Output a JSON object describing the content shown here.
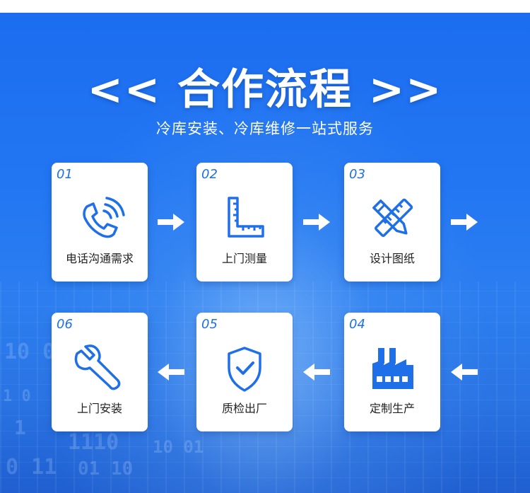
{
  "header": {
    "title": "<< 合作流程 >>",
    "subtitle": "冷库安装、冷库维修一站式服务"
  },
  "colors": {
    "accent": "#1f6fe8",
    "background": "#2276f2",
    "card": "#ffffff",
    "text": "#222222"
  },
  "steps": [
    {
      "number": "01",
      "label": "电话沟通需求",
      "icon": "phone-icon"
    },
    {
      "number": "02",
      "label": "上门测量",
      "icon": "ruler-icon"
    },
    {
      "number": "03",
      "label": "设计图纸",
      "icon": "design-tools-icon"
    },
    {
      "number": "04",
      "label": "定制生产",
      "icon": "factory-icon"
    },
    {
      "number": "05",
      "label": "质检出厂",
      "icon": "shield-check-icon"
    },
    {
      "number": "06",
      "label": "上门安装",
      "icon": "wrench-icon"
    }
  ],
  "background_digits": [
    "10 0",
    "1 0",
    "1",
    "1110",
    "0 11",
    "10 01",
    "01 10"
  ]
}
